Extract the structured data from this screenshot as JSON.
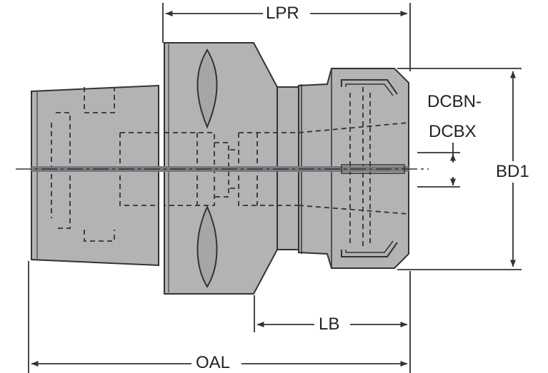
{
  "colors": {
    "body_fill": "#b3b3b3",
    "outline": "#333333",
    "hidden_line": "#333333",
    "center_band": "#7d7880",
    "dimension": "#333333",
    "background": "#ffffff"
  },
  "labels": {
    "lpr": "LPR",
    "dcbn": "DCBN-",
    "dcbx": "DCBX",
    "bd1": "BD1",
    "lb": "LB",
    "oal": "OAL"
  }
}
